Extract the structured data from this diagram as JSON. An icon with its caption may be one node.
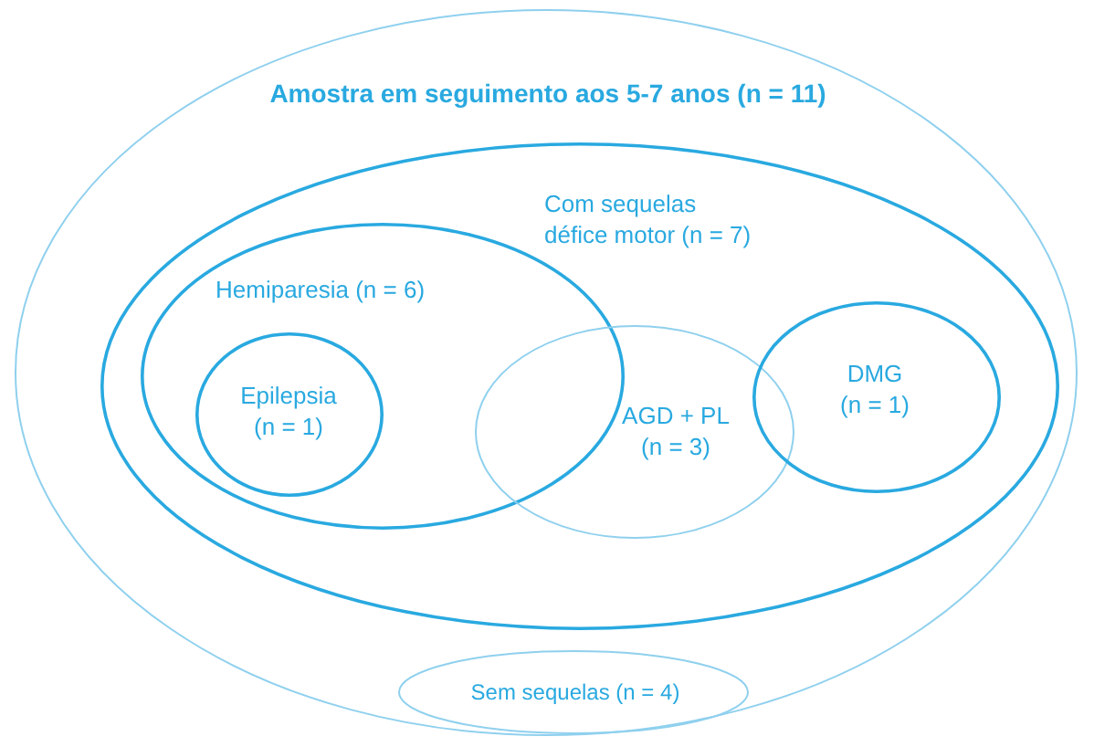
{
  "diagram": {
    "nodes": [
      {
        "text": [
          "Amostra em seguimento aos 5-7 anos (n = 11)"
        ]
      },
      {
        "text": [
          "Com sequelas défice motor (n = 7)"
        ],
        "in": 0
      },
      {
        "text": [
          "Hemiparesia (n = 6)"
        ],
        "in": 1
      },
      {
        "text": [
          "Epilepsia (n = 1)"
        ],
        "in": 2
      },
      {
        "text": [
          "AGD + PL (n = 3)"
        ],
        "in": 1
      },
      {
        "text": [
          "DMG (n = 1)"
        ],
        "in": 1
      },
      {
        "text": [
          "Sem sequelas (n = 4)"
        ],
        "in": 0
      }
    ]
  }
}
